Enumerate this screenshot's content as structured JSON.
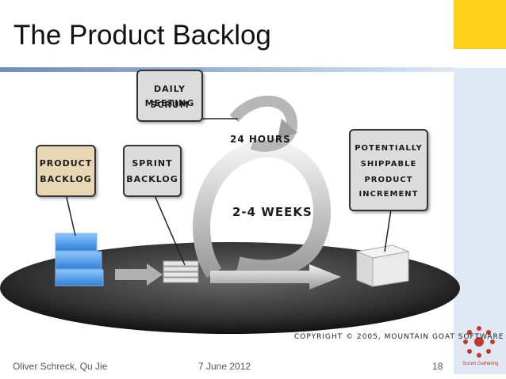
{
  "slide": {
    "title": "The Product Backlog",
    "footer_left": "Oliver Schreck,  Qu Jie",
    "footer_center": "7 June 2012",
    "page_number": "18"
  },
  "diagram": {
    "daily_scrum_line1": "Daily Scrum",
    "daily_scrum_line2": "Meeting",
    "hours_label": "24 Hours",
    "weeks_label": "2-4 Weeks",
    "product_backlog_line1": "Product",
    "product_backlog_line2": "Backlog",
    "sprint_backlog_line1": "Sprint",
    "sprint_backlog_line2": "Backlog",
    "increment_line1": "Potentially",
    "increment_line2": "Shippable",
    "increment_line3": "Product",
    "increment_line4": "Increment",
    "copyright": "Copyright © 2005, Mountain Goat Software"
  },
  "logo": {
    "caption": "Scrum Gathering"
  },
  "colors": {
    "accent_yellow": "#ffd21a",
    "rule_blue": "#6f8db7",
    "backlog_box": "#e9d6b4"
  }
}
